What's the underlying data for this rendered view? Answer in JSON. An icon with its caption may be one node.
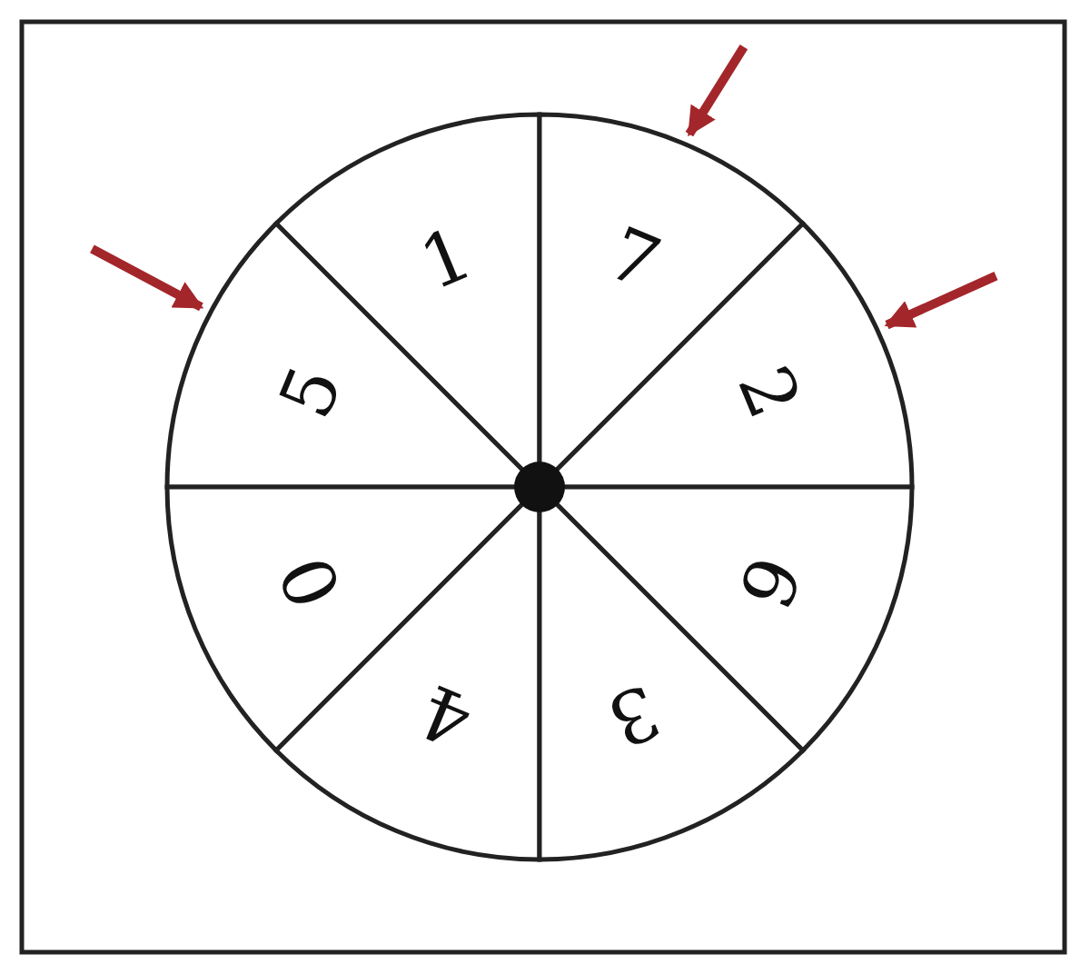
{
  "diagram": {
    "nodes": [
      {
        "text": [
          "1"
        ]
      },
      {
        "text": [
          "7"
        ]
      },
      {
        "text": [
          "5"
        ]
      },
      {
        "text": [
          "2"
        ]
      },
      {
        "text": [
          "0"
        ]
      },
      {
        "text": [
          "6"
        ]
      },
      {
        "text": [
          "4"
        ]
      },
      {
        "text": [
          "3"
        ]
      }
    ],
    "edges": [
      {
        "from": null,
        "to": 1,
        "arrow": "to"
      },
      {
        "from": null,
        "to": 2,
        "arrow": "to"
      },
      {
        "from": null,
        "to": 3,
        "arrow": "to"
      }
    ]
  }
}
